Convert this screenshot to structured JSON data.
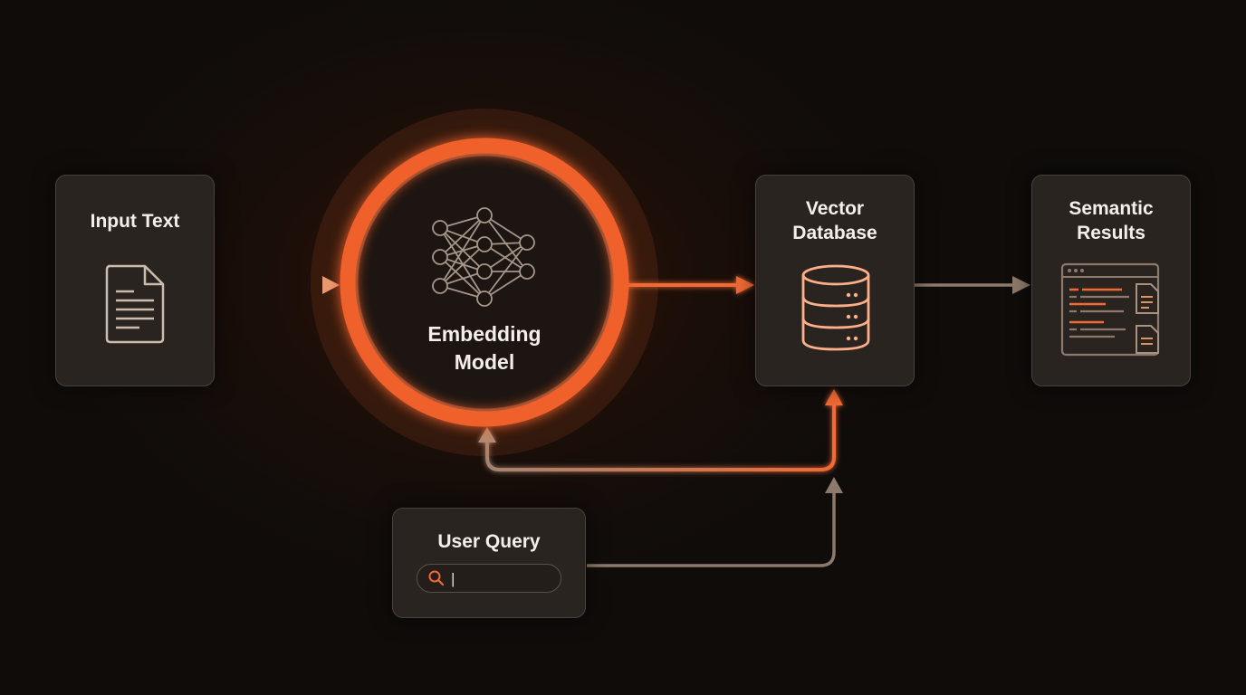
{
  "nodes": {
    "input_text": {
      "label": "Input Text",
      "icon": "document-icon"
    },
    "embedding_model": {
      "label_line1": "Embedding",
      "label_line2": "Model",
      "icon": "neural-network-icon"
    },
    "vector_database": {
      "label_line1": "Vector",
      "label_line2": "Database",
      "icon": "database-icon"
    },
    "semantic_results": {
      "label_line1": "Semantic",
      "label_line2": "Results",
      "icon": "results-window-icon"
    },
    "user_query": {
      "label": "User Query",
      "search_cursor": "|",
      "icon": "search-icon"
    }
  },
  "colors": {
    "accent": "#f26a35",
    "muted_arrow": "#8e7a6c",
    "node_fill": "#2a2420",
    "node_border": "#4a413a",
    "text": "#f4efea",
    "background": "#0f0c0a"
  }
}
